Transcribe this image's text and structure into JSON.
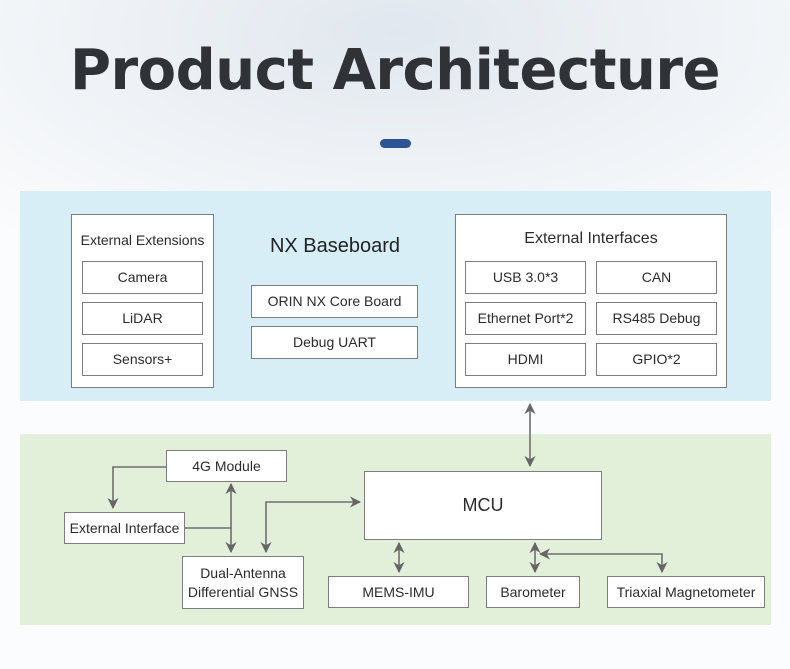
{
  "title": "Product Architecture",
  "accent_color": "#2d5394",
  "nx_baseboard": {
    "heading": "NX Baseboard",
    "core_items": [
      "ORIN NX Core Board",
      "Debug UART"
    ],
    "external_extensions": {
      "label": "External Extensions",
      "items": [
        "Camera",
        "LiDAR",
        "Sensors+"
      ]
    },
    "external_interfaces": {
      "label": "External Interfaces",
      "items": [
        "USB 3.0*3",
        "CAN",
        "Ethernet Port*2",
        "RS485 Debug",
        "HDMI",
        "GPIO*2"
      ]
    }
  },
  "mcu_board": {
    "mcu": "MCU",
    "module_4g": "4G Module",
    "external_interface": "External Interface",
    "gnss": [
      "Dual-Antenna",
      "Differential GNSS"
    ],
    "mems_imu": "MEMS-IMU",
    "barometer": "Barometer",
    "magnetometer": "Triaxial Magnetometer"
  }
}
